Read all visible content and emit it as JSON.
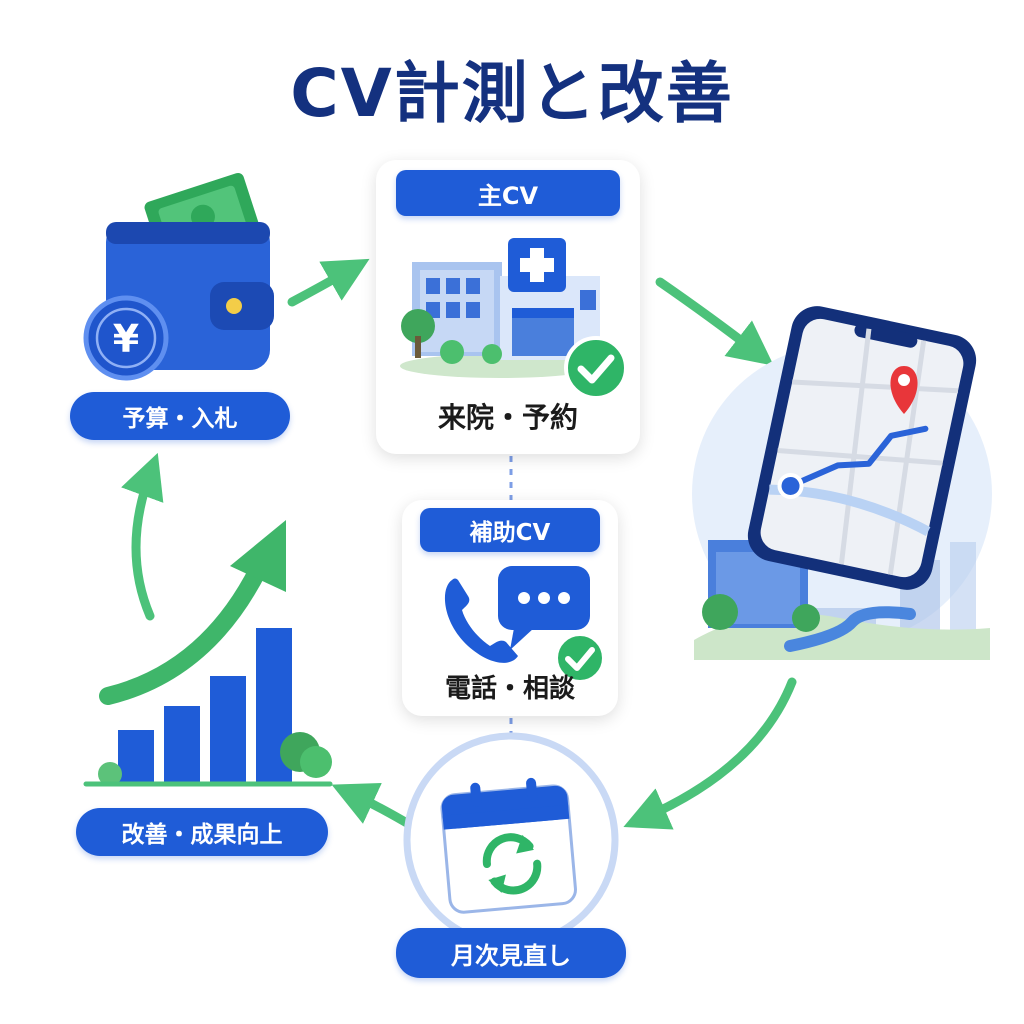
{
  "title": "CV計測と改善",
  "steps": {
    "budget": {
      "label": "予算・入札",
      "currency_symbol": "¥"
    },
    "primary_cv": {
      "header": "主CV",
      "label": "来院・予約"
    },
    "secondary_cv": {
      "header": "補助CV",
      "label": "電話・相談"
    },
    "monthly_review": {
      "label": "月次見直し"
    },
    "improvement": {
      "label": "改善・成果向上"
    }
  },
  "colors": {
    "brand_blue": "#1f5cd7",
    "title_navy": "#14317f",
    "arrow_green": "#4cc27a",
    "check_green": "#2fb567",
    "pin_red": "#e8363a"
  },
  "icons": [
    "wallet-icon",
    "yen-coin-icon",
    "cash-icon",
    "hospital-icon",
    "check-icon",
    "phone-icon",
    "chat-bubble-icon",
    "smartphone-map-icon",
    "location-pin-icon",
    "calendar-refresh-icon",
    "bar-chart-icon",
    "growth-arrow-icon"
  ]
}
